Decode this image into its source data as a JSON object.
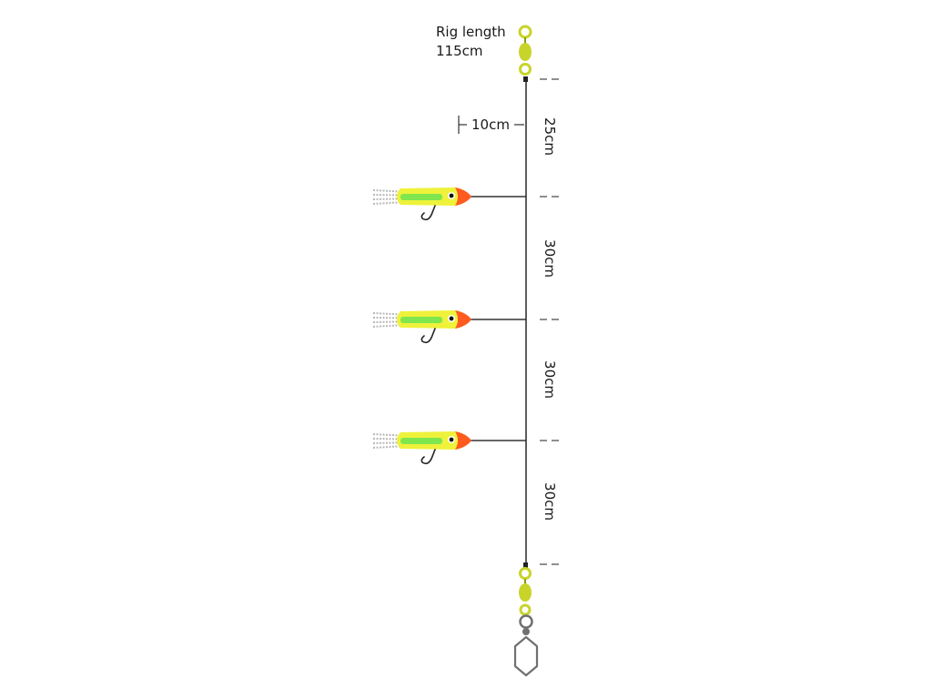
{
  "title": {
    "line1": "Rig length",
    "line2": "115cm"
  },
  "dropper_label": "10cm",
  "segments": [
    {
      "label": "25cm"
    },
    {
      "label": "30cm"
    },
    {
      "label": "30cm"
    },
    {
      "label": "30cm"
    }
  ],
  "colors": {
    "line": "#333333",
    "swivel": "#c8d42a",
    "swivel_stroke": "#8a9a18",
    "snap": "#707070",
    "lure_body": "#eef23a",
    "lure_stripe": "#7fe64d",
    "lure_head": "#ff5a1f",
    "tentacle": "#b8b8b8",
    "hook": "#222222",
    "dash": "#444444"
  },
  "icons": {
    "top": "barrel-swivel-icon",
    "lure": "squid-lure-icon",
    "hook": "hook-icon",
    "bottom": "snap-swivel-icon"
  }
}
